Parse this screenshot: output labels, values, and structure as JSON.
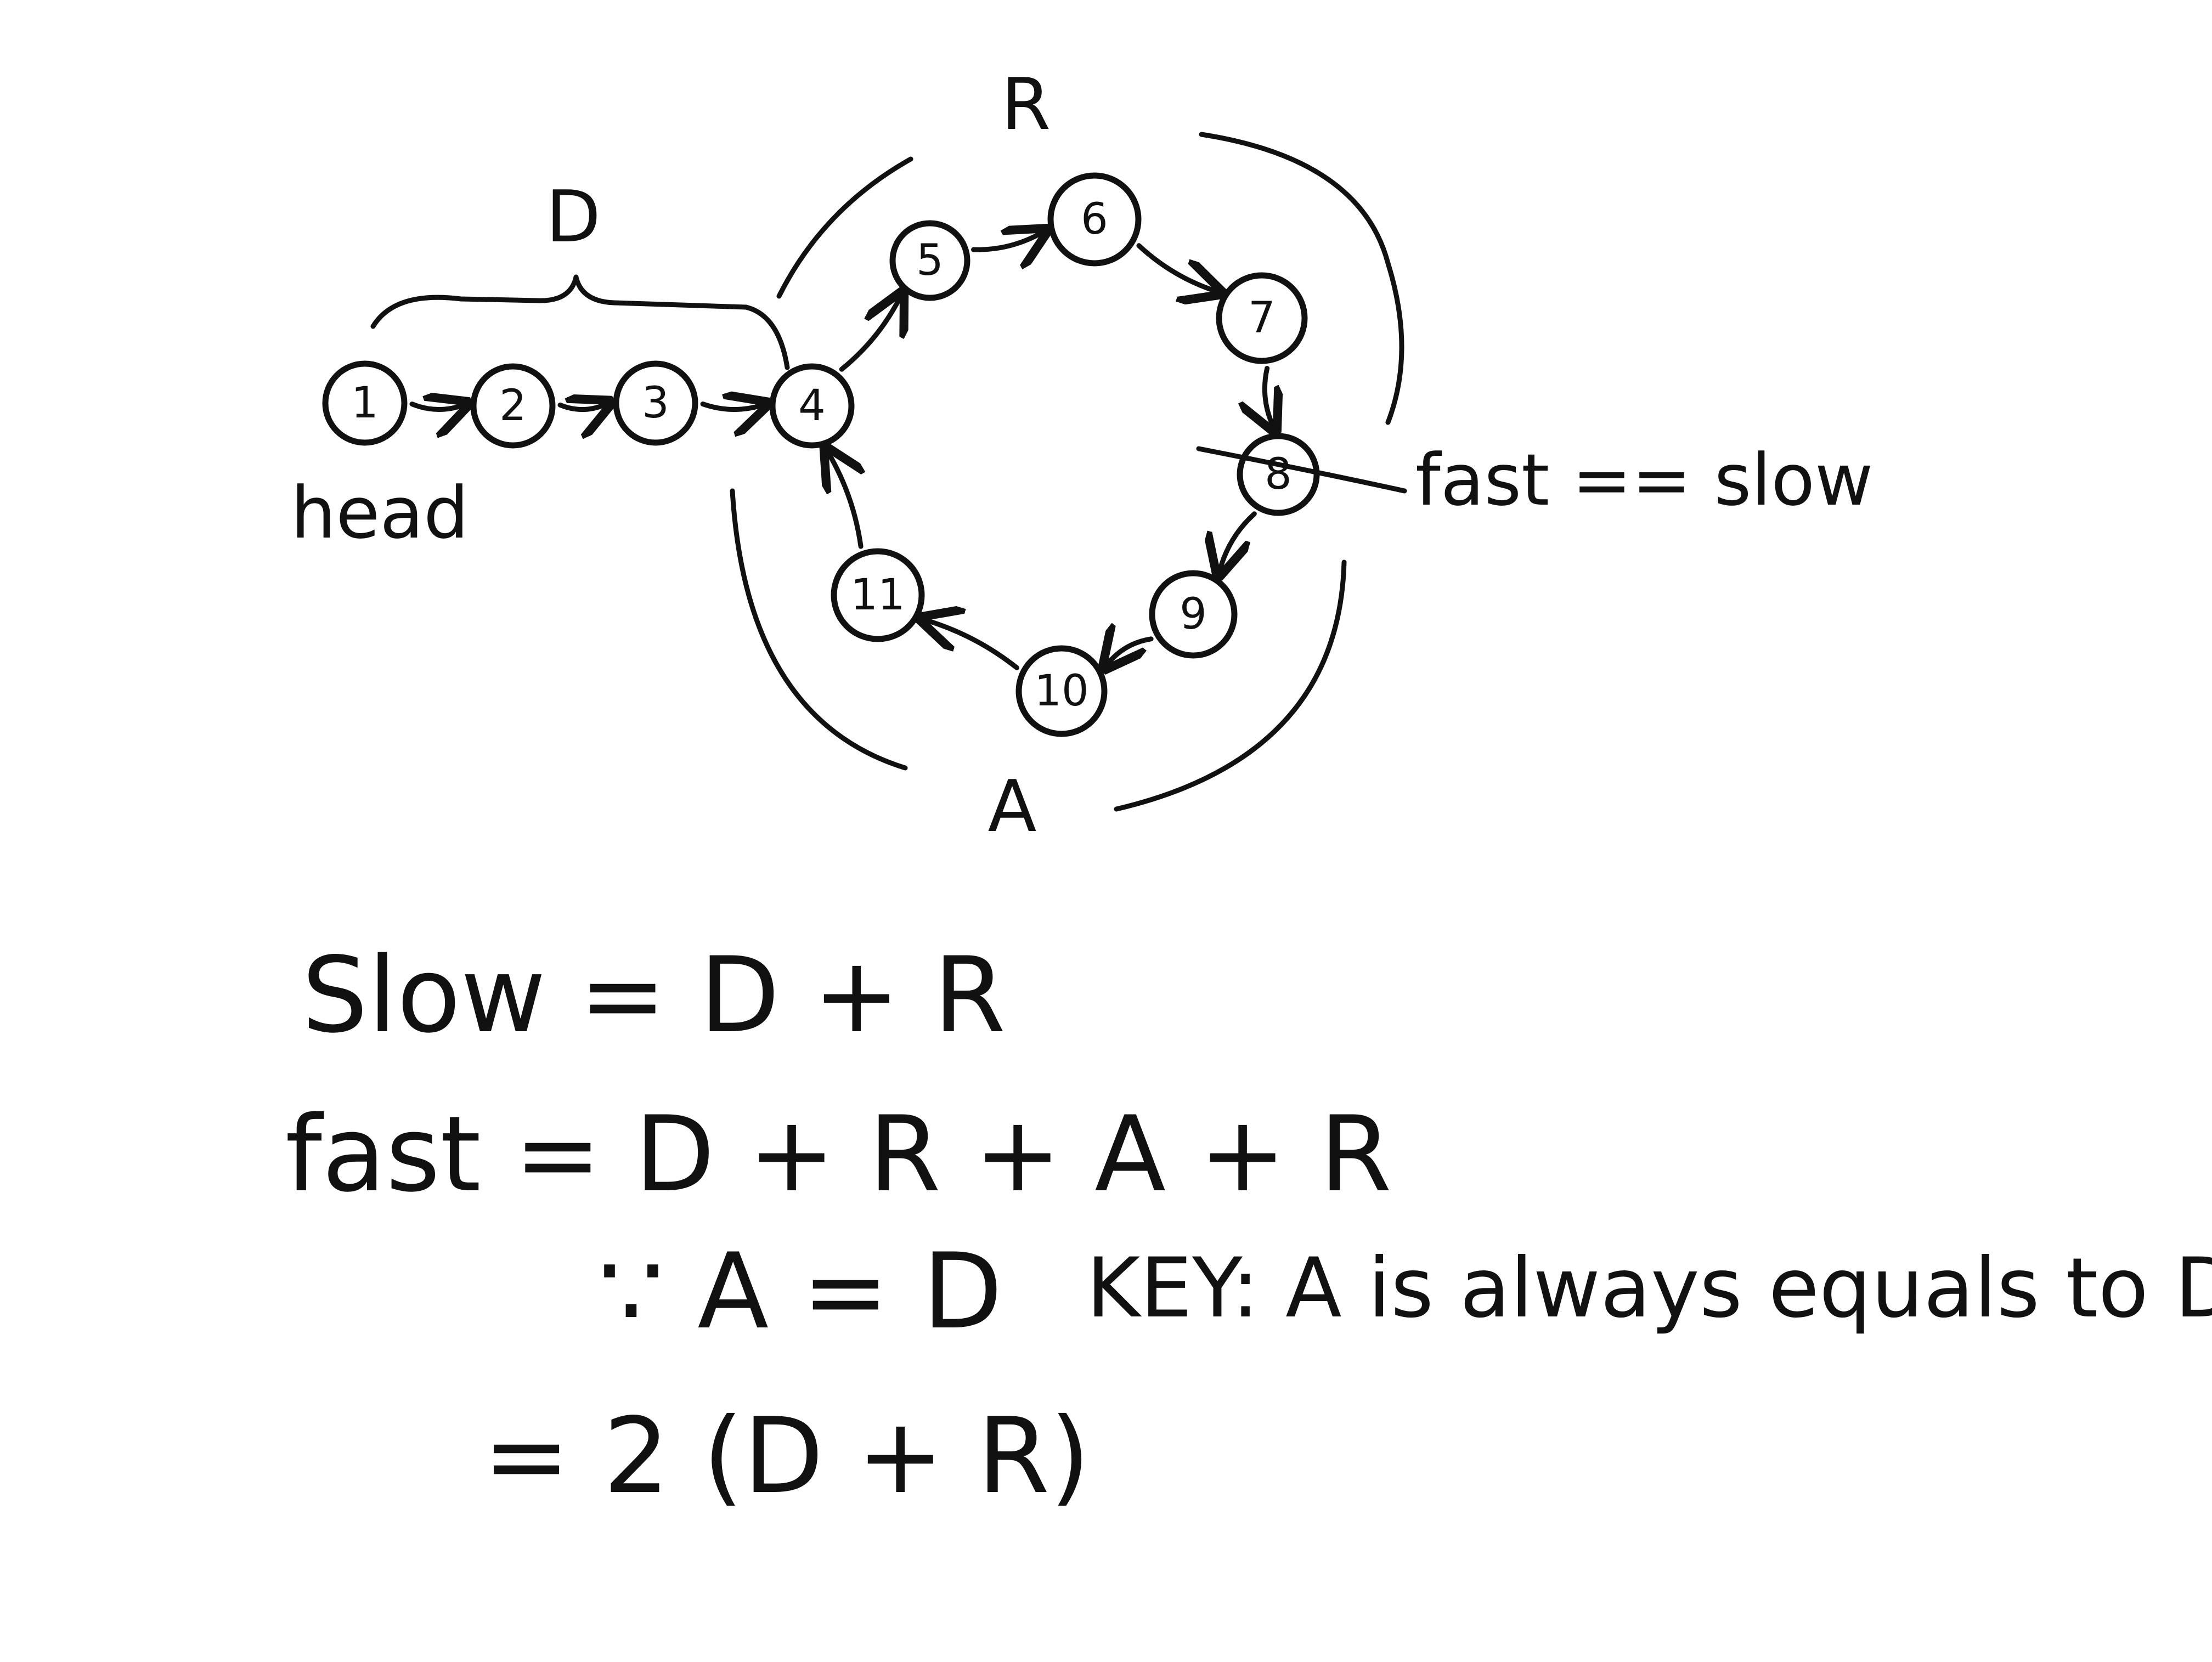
{
  "diagram": {
    "labels": {
      "head": "head",
      "distance_d": "D",
      "distance_r": "R",
      "distance_a": "A",
      "meeting": "fast == slow"
    },
    "nodes": [
      "1",
      "2",
      "3",
      "4",
      "5",
      "6",
      "7",
      "8",
      "9",
      "10",
      "11"
    ],
    "edges": [
      [
        "1",
        "2"
      ],
      [
        "2",
        "3"
      ],
      [
        "3",
        "4"
      ],
      [
        "4",
        "5"
      ],
      [
        "5",
        "6"
      ],
      [
        "6",
        "7"
      ],
      [
        "7",
        "8"
      ],
      [
        "8",
        "9"
      ],
      [
        "9",
        "10"
      ],
      [
        "10",
        "11"
      ],
      [
        "11",
        "4"
      ]
    ]
  },
  "equations": {
    "line1": "Slow = D + R",
    "line2": "fast = D + R + A + R",
    "line3": "∵ A = D",
    "key": "KEY: A is always equals to D.",
    "line4": "= 2 (D + R)"
  }
}
